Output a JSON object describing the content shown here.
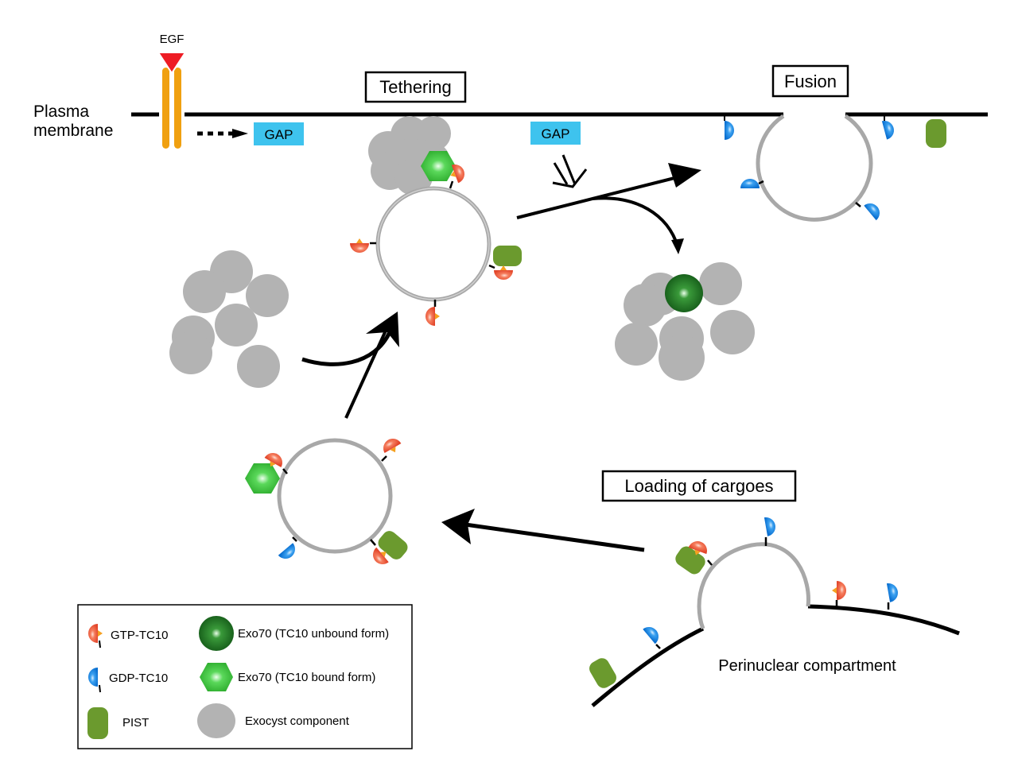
{
  "labels": {
    "egf": "EGF",
    "plasma_membrane_line1": "Plasma",
    "plasma_membrane_line2": "membrane",
    "gap_1": "GAP",
    "gap_2": "GAP",
    "tethering": "Tethering",
    "fusion": "Fusion",
    "loading": "Loading of cargoes",
    "perinuclear": "Perinuclear compartment"
  },
  "legend": {
    "items": [
      {
        "symbol": "gtp-tc10",
        "label": "GTP-TC10"
      },
      {
        "symbol": "gdp-tc10",
        "label": "GDP-TC10"
      },
      {
        "symbol": "pist",
        "label": "PIST"
      },
      {
        "symbol": "exo70-unbound",
        "label": "Exo70 (TC10 unbound form)"
      },
      {
        "symbol": "exo70-bound",
        "label": "Exo70 (TC10 bound form)"
      },
      {
        "symbol": "exocyst",
        "label": "Exocyst component"
      }
    ]
  },
  "colors": {
    "gtp_tc10": "#f06a4a",
    "gdp_tc10": "#1e8fe8",
    "pist": "#6b9a2e",
    "exo70_unbound": "#1f7a22",
    "exo70_bound": "#44cc44",
    "exocyst": "#b3b3b3",
    "gap": "#3ec3ee",
    "egf": "#ee1c24",
    "receptor": "#f0a010",
    "vesicle": "#a8a8a8"
  }
}
